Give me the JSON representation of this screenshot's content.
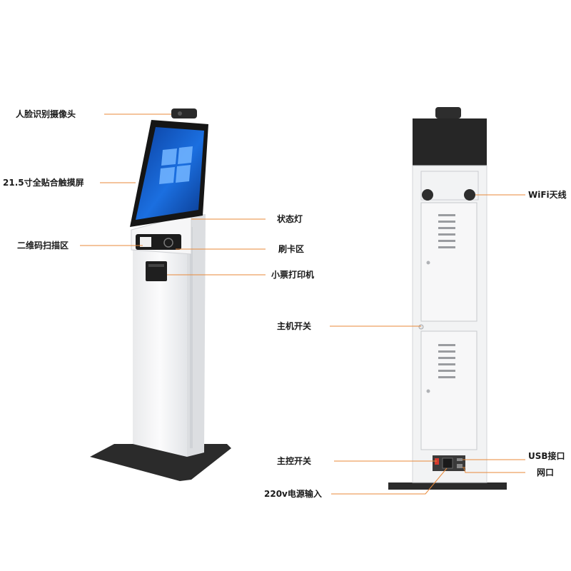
{
  "colors": {
    "leader_line": "#e8893a",
    "kiosk_body": "#f4f5f6",
    "kiosk_shadow": "#d7d9dc",
    "base": "#2b2b2b",
    "screen_bezel": "#151515",
    "screen_blue": "#1667d8"
  },
  "labels": {
    "camera": "人脸识别摄像头",
    "touchscreen": "21.5寸全贴合触摸屏",
    "qr_scan": "二维码扫描区",
    "status_light": "状态灯",
    "card_swipe": "刷卡区",
    "receipt_printer": "小票打印机",
    "host_switch": "主机开关",
    "wifi_antenna": "WiFi天线",
    "main_switch": "主控开关",
    "usb_port": "USB接口",
    "network_port": "网口",
    "power_input": "220v电源输入"
  }
}
